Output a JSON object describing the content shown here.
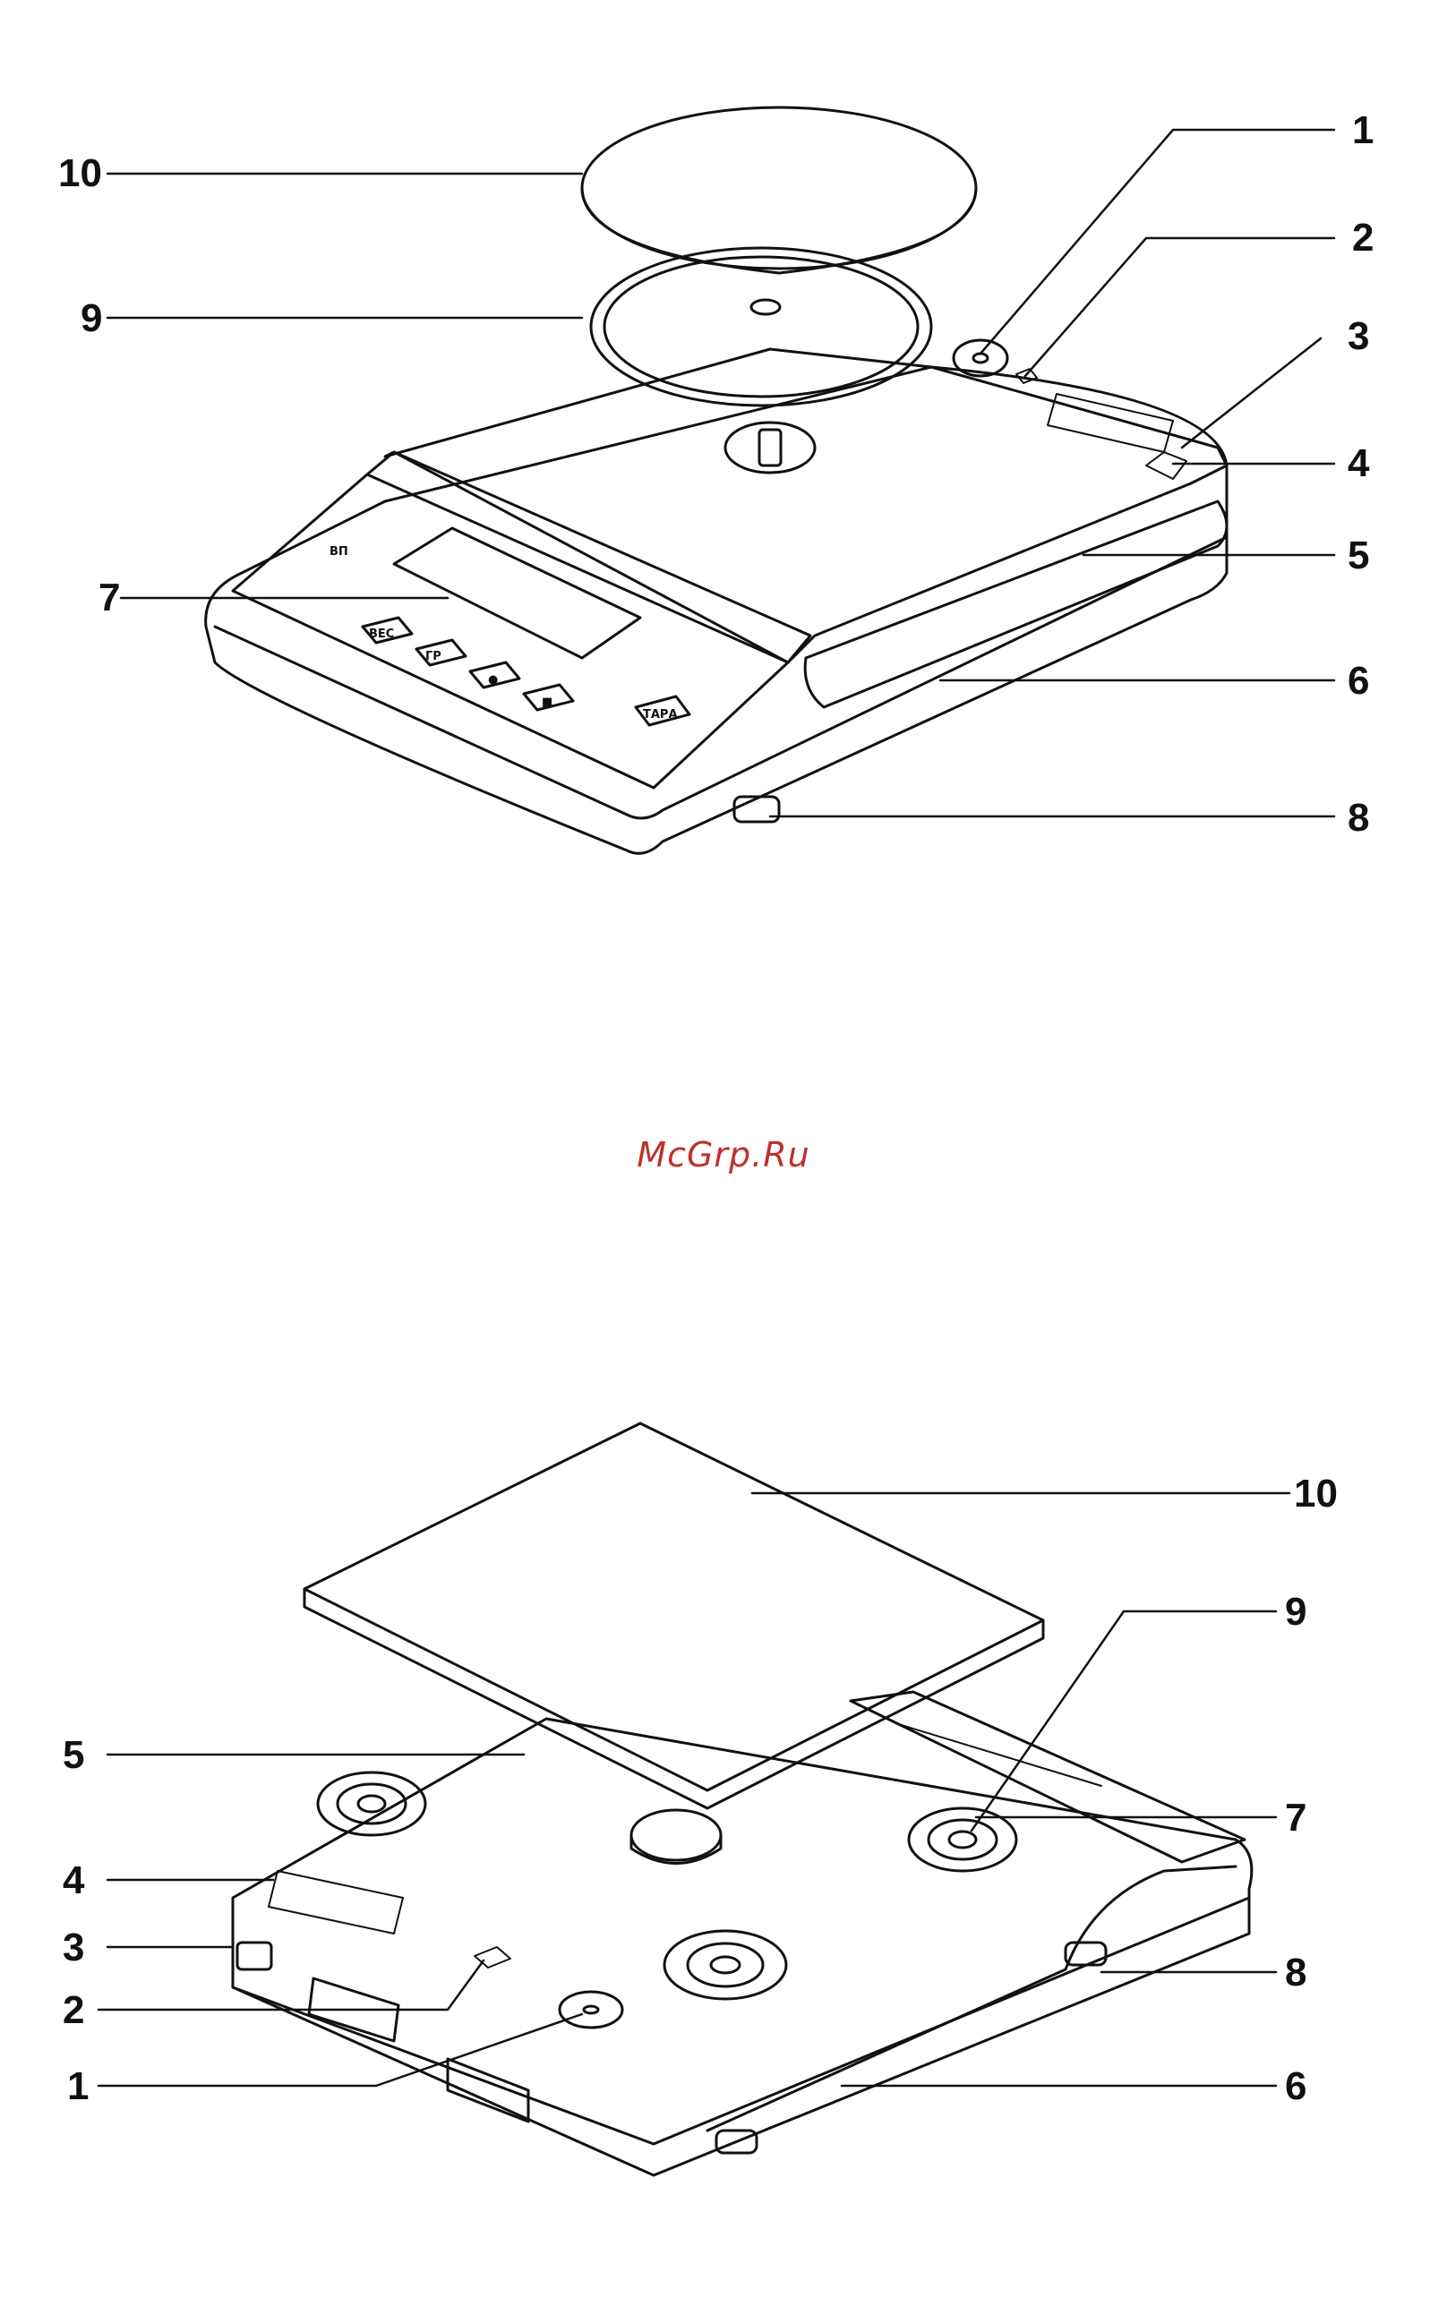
{
  "watermark": "McGrp.Ru",
  "figure_top": {
    "callouts": [
      "1",
      "2",
      "3",
      "4",
      "5",
      "6",
      "7",
      "8",
      "9",
      "10"
    ],
    "button_labels": [
      "ВЕС",
      "ГР",
      "●",
      "■"
    ],
    "tare_label": "ТАРА",
    "brand_mark": "ВП"
  },
  "figure_bottom": {
    "callouts": [
      "1",
      "2",
      "3",
      "4",
      "5",
      "6",
      "7",
      "8",
      "9",
      "10"
    ]
  },
  "colors": {
    "line": "#111111",
    "watermark": "#c0302b"
  }
}
